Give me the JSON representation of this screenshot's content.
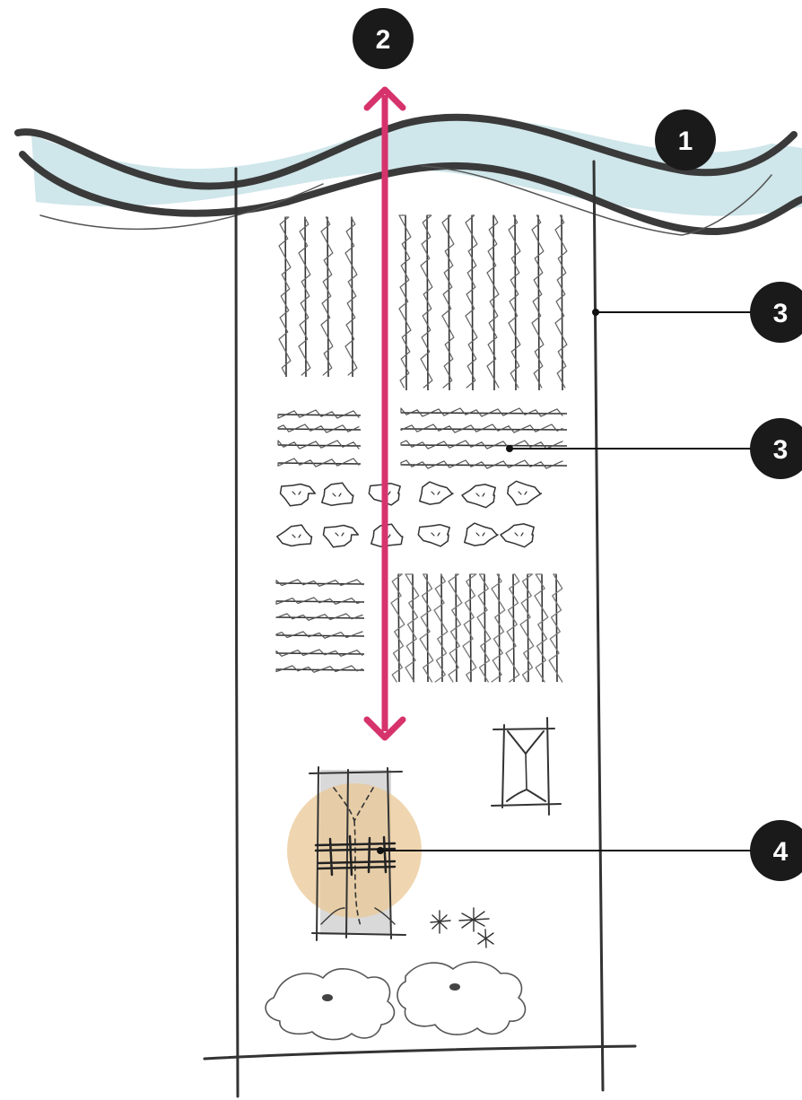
{
  "callouts": [
    {
      "label": "1",
      "target": "river"
    },
    {
      "label": "2",
      "target": "setback-arrow"
    },
    {
      "label": "3",
      "target": "plot-boundary"
    },
    {
      "label": "3",
      "target": "crop-rows"
    },
    {
      "label": "4",
      "target": "tree-feature"
    }
  ],
  "colors": {
    "river": "#cfe6ea",
    "arrow": "#d6336c",
    "highlight": "#e9c895",
    "ink": "#333333",
    "badge": "#1a1a1a",
    "hut": "#d9d9d9"
  }
}
